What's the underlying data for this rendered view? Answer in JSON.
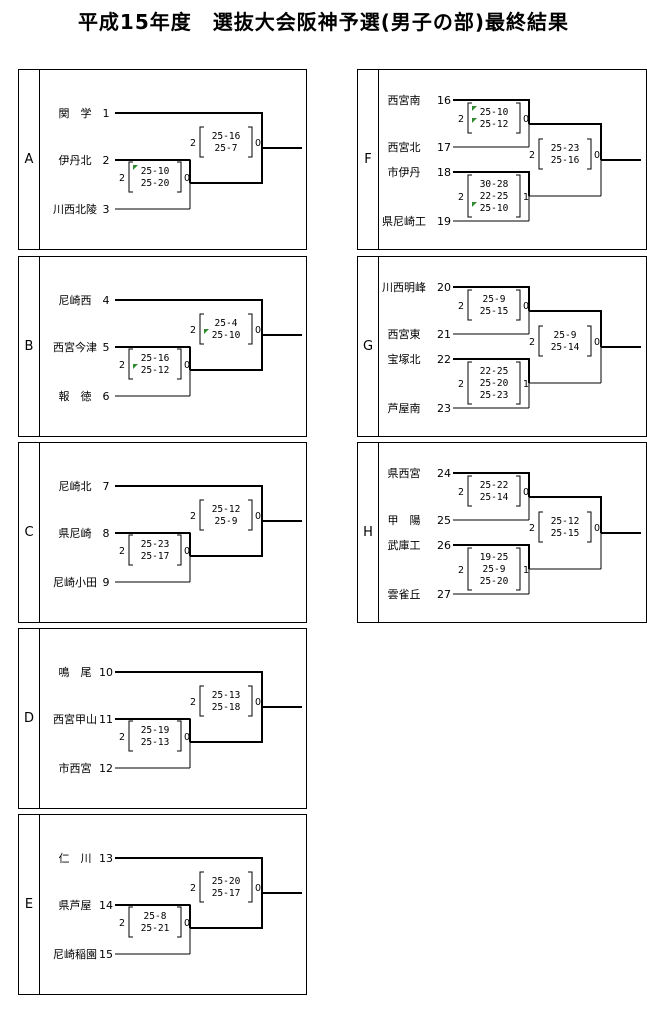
{
  "title": "平成15年度　選抜大会阪神予選(男子の部)最終結果",
  "blocks": [
    {
      "label": "A",
      "teams": [
        [
          "関　学",
          "1"
        ],
        [
          "伊丹北",
          "2"
        ],
        [
          "川西北陵",
          "3"
        ]
      ],
      "semi": {
        "sets": [
          "25-10",
          "25-20"
        ],
        "left": "2",
        "right": "0",
        "marks": [
          0
        ]
      },
      "final": {
        "sets": [
          "25-16",
          "25-7"
        ],
        "left": "2",
        "right": "0",
        "marks": []
      }
    },
    {
      "label": "B",
      "teams": [
        [
          "尼崎西",
          "4"
        ],
        [
          "西宮今津",
          "5"
        ],
        [
          "報　徳",
          "6"
        ]
      ],
      "semi": {
        "sets": [
          "25-16",
          "25-12"
        ],
        "left": "2",
        "right": "0",
        "marks": [
          1
        ]
      },
      "final": {
        "sets": [
          "25-4",
          "25-10"
        ],
        "left": "2",
        "right": "0",
        "marks": [
          1
        ]
      }
    },
    {
      "label": "C",
      "teams": [
        [
          "尼崎北",
          "7"
        ],
        [
          "県尼崎",
          "8"
        ],
        [
          "尼崎小田",
          "9"
        ]
      ],
      "semi": {
        "sets": [
          "25-23",
          "25-17"
        ],
        "left": "2",
        "right": "0",
        "marks": []
      },
      "final": {
        "sets": [
          "25-12",
          "25-9"
        ],
        "left": "2",
        "right": "0",
        "marks": []
      }
    },
    {
      "label": "D",
      "teams": [
        [
          "鳴　尾",
          "10"
        ],
        [
          "西宮甲山",
          "11"
        ],
        [
          "市西宮",
          "12"
        ]
      ],
      "semi": {
        "sets": [
          "25-19",
          "25-13"
        ],
        "left": "2",
        "right": "0",
        "marks": []
      },
      "final": {
        "sets": [
          "25-13",
          "25-18"
        ],
        "left": "2",
        "right": "0",
        "marks": []
      }
    },
    {
      "label": "E",
      "teams": [
        [
          "仁　川",
          "13"
        ],
        [
          "県芦屋",
          "14"
        ],
        [
          "尼崎稲園",
          "15"
        ]
      ],
      "semi": {
        "sets": [
          "25-8",
          "25-21"
        ],
        "left": "2",
        "right": "0",
        "marks": []
      },
      "final": {
        "sets": [
          "25-20",
          "25-17"
        ],
        "left": "2",
        "right": "0",
        "marks": []
      }
    },
    {
      "label": "F",
      "teams": [
        [
          "西宮南",
          "16"
        ],
        [
          "西宮北",
          "17"
        ],
        [
          "市伊丹",
          "18"
        ],
        [
          "県尼崎工",
          "19"
        ]
      ],
      "m1": {
        "sets": [
          "25-10",
          "25-12"
        ],
        "left": "2",
        "right": "0",
        "marks": [
          0,
          1
        ]
      },
      "m2": {
        "sets": [
          "30-28",
          "22-25",
          "25-10"
        ],
        "left": "2",
        "right": "1",
        "marks": [
          2
        ]
      },
      "final": {
        "sets": [
          "25-23",
          "25-16"
        ],
        "left": "2",
        "right": "0",
        "marks": []
      }
    },
    {
      "label": "G",
      "teams": [
        [
          "川西明峰",
          "20"
        ],
        [
          "西宮東",
          "21"
        ],
        [
          "宝塚北",
          "22"
        ],
        [
          "芦屋南",
          "23"
        ]
      ],
      "m1": {
        "sets": [
          "25-9",
          "25-15"
        ],
        "left": "2",
        "right": "0",
        "marks": []
      },
      "m2": {
        "sets": [
          "22-25",
          "25-20",
          "25-23"
        ],
        "left": "2",
        "right": "1",
        "marks": []
      },
      "final": {
        "sets": [
          "25-9",
          "25-14"
        ],
        "left": "2",
        "right": "0",
        "marks": []
      }
    },
    {
      "label": "H",
      "teams": [
        [
          "県西宮",
          "24"
        ],
        [
          "甲　陽",
          "25"
        ],
        [
          "武庫工",
          "26"
        ],
        [
          "雲雀丘",
          "27"
        ]
      ],
      "m1": {
        "sets": [
          "25-22",
          "25-14"
        ],
        "left": "2",
        "right": "0",
        "marks": []
      },
      "m2": {
        "sets": [
          "19-25",
          "25-9",
          "25-20"
        ],
        "left": "2",
        "right": "1",
        "marks": []
      },
      "final": {
        "sets": [
          "25-12",
          "25-15"
        ],
        "left": "2",
        "right": "0",
        "marks": []
      }
    }
  ]
}
